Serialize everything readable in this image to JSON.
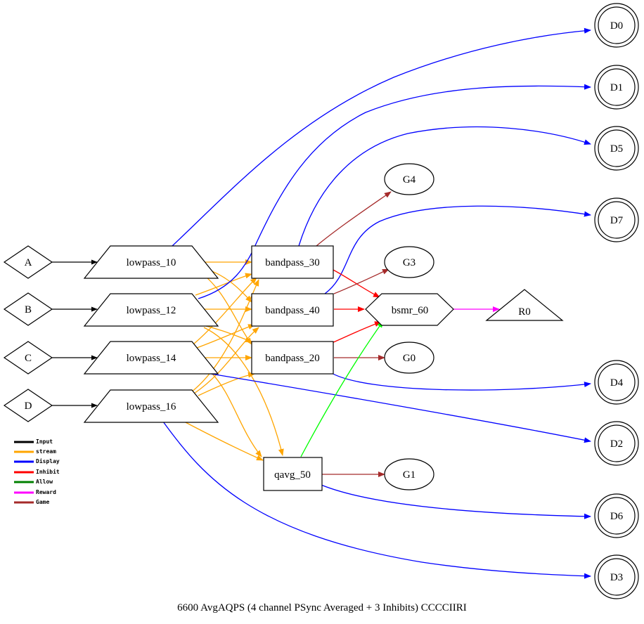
{
  "caption": "6600 AvgAQPS   (4 channel PSync Averaged + 3 Inhibits) CCCCIIRI",
  "colors": {
    "input": "#000000",
    "stream": "#ffa500",
    "display": "#0000ff",
    "inhibit": "#ff0000",
    "allow": "#008000",
    "reward": "#ff00ff",
    "game": "#a52a2a",
    "green_edge": "#00ff00"
  },
  "nodes": {
    "A": "A",
    "B": "B",
    "C": "C",
    "D": "D",
    "lowpass_10": "lowpass_10",
    "lowpass_12": "lowpass_12",
    "lowpass_14": "lowpass_14",
    "lowpass_16": "lowpass_16",
    "bandpass_30": "bandpass_30",
    "bandpass_40": "bandpass_40",
    "bandpass_20": "bandpass_20",
    "qavg_50": "qavg_50",
    "bsmr_60": "bsmr_60",
    "R0": "R0",
    "G0": "G0",
    "G1": "G1",
    "G3": "G3",
    "G4": "G4",
    "D0": "D0",
    "D1": "D1",
    "D2": "D2",
    "D3": "D3",
    "D4": "D4",
    "D5": "D5",
    "D6": "D6",
    "D7": "D7"
  },
  "legend": [
    {
      "label": "Input",
      "color": "#000000"
    },
    {
      "label": "stream",
      "color": "#ffa500"
    },
    {
      "label": "Display",
      "color": "#0000ff"
    },
    {
      "label": "Inhibit",
      "color": "#ff0000"
    },
    {
      "label": "Allow",
      "color": "#008000"
    },
    {
      "label": "Reward",
      "color": "#ff00ff"
    },
    {
      "label": "Game",
      "color": "#a52a2a"
    }
  ]
}
